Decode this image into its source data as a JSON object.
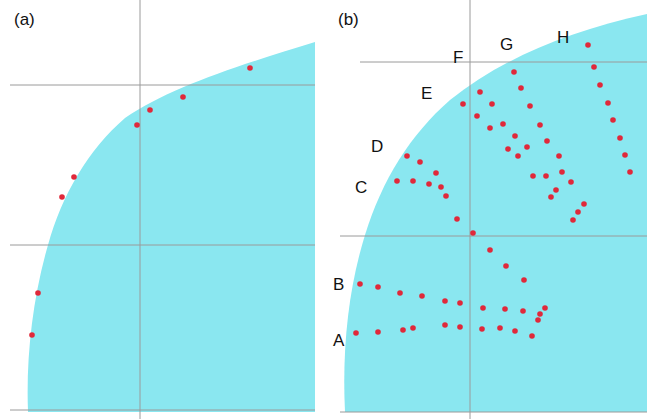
{
  "diagram": {
    "labels": [
      "(a)",
      "(b)",
      "A",
      "B",
      "C",
      "D",
      "E",
      "F",
      "G",
      "H"
    ]
  }
}
